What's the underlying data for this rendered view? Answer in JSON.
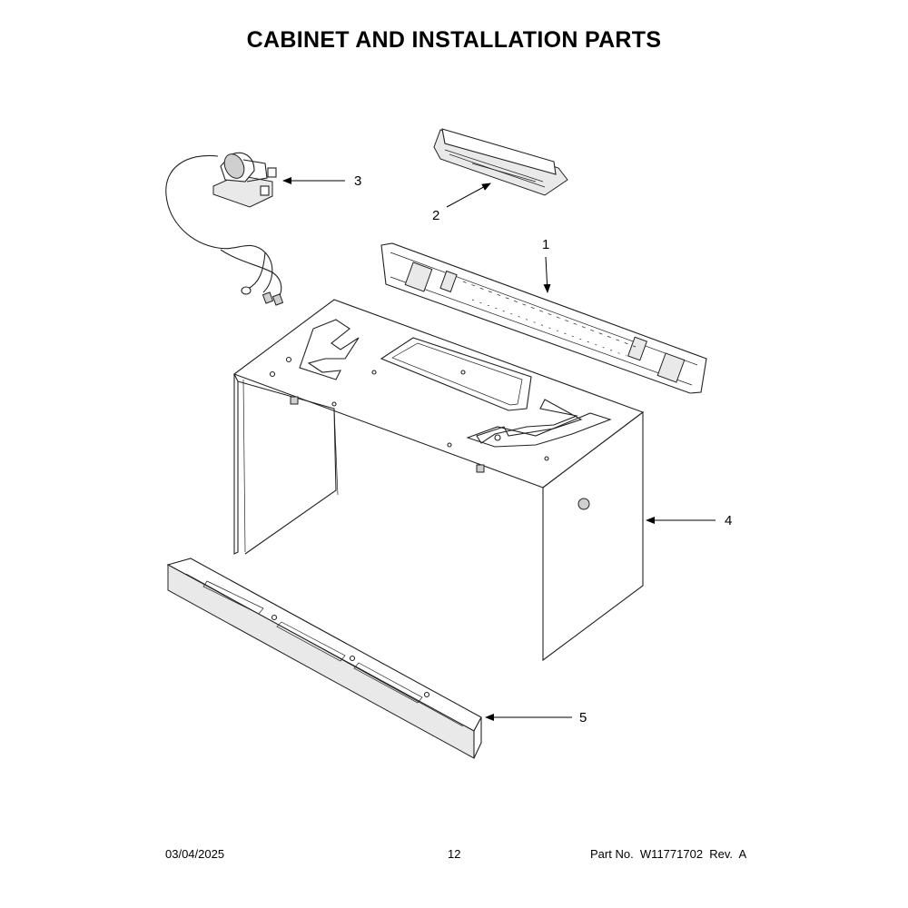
{
  "title": "CABINET AND INSTALLATION PARTS",
  "callouts": [
    {
      "id": "1",
      "label": "1"
    },
    {
      "id": "2",
      "label": "2"
    },
    {
      "id": "3",
      "label": "3"
    },
    {
      "id": "4",
      "label": "4"
    },
    {
      "id": "5",
      "label": "5"
    }
  ],
  "footer": {
    "date": "03/04/2025",
    "page": "12",
    "part": "Part No.  W11771702  Rev.  A"
  }
}
